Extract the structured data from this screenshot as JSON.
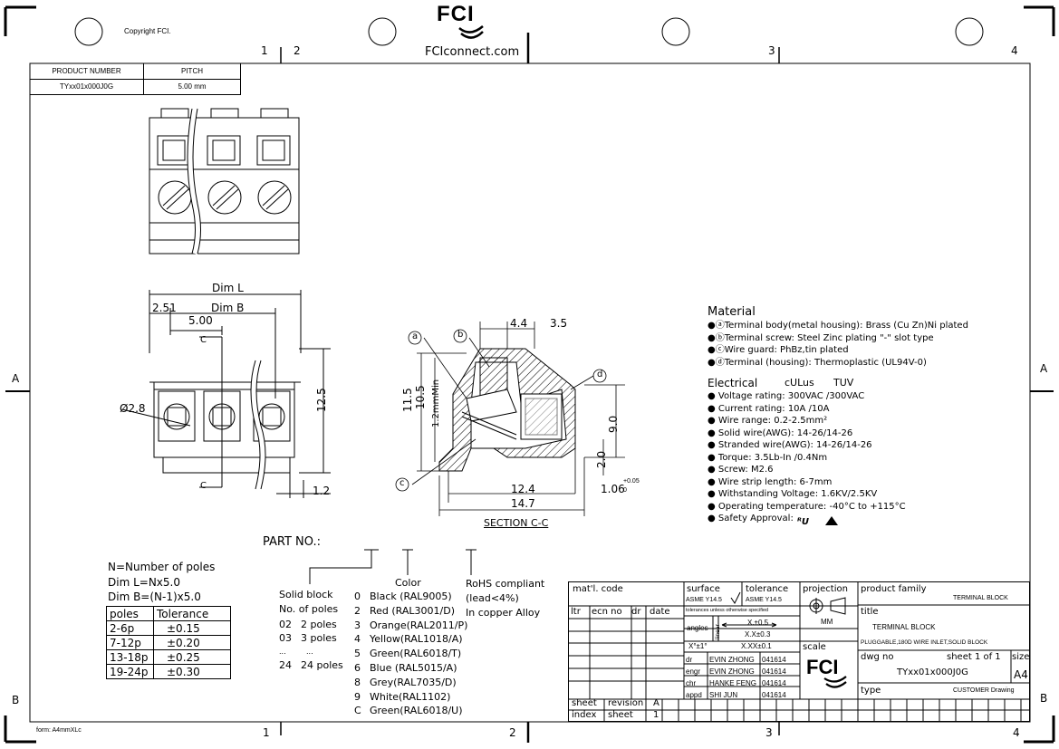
{
  "header": {
    "copyright": "Copyright FCI.",
    "logo_text": "FCI",
    "website": "FCIconnect.com",
    "zone_numbers": [
      "1",
      "2",
      "3",
      "4"
    ],
    "zone_letters": [
      "A",
      "B"
    ]
  },
  "product_table": {
    "headers": [
      "PRODUCT NUMBER",
      "PITCH"
    ],
    "row": [
      "TYxx01x000J0G",
      "5.00 mm"
    ]
  },
  "dims": {
    "dim_l": "Dim L",
    "dim_b": "Dim B",
    "d251": "2.51",
    "d500": "5.00",
    "c1": "C",
    "c2": "C",
    "phi": "Ø2.8",
    "d125": "12.5",
    "d12": "1.2"
  },
  "section": {
    "d44": "4.4",
    "d35": "3.5",
    "d115": "11.5",
    "d105": "10.5",
    "d12min": "1.2mmMin",
    "d90": "9.0",
    "d20": "2.0",
    "d124": "12.4",
    "d147": "14.7",
    "d106": "1.06",
    "tol_up": "+0.05",
    "tol_dn": "0",
    "la": "a",
    "lb": "b",
    "lc": "c",
    "ld": "d",
    "title": "SECTION C-C"
  },
  "material": {
    "title": "Material",
    "items": [
      "●ⓐTerminal body(metal housing): Brass (Cu Zn)Ni plated",
      "●ⓑTerminal screw: Steel Zinc plating \"-\" slot type",
      "●ⓒWire guard: PhBz,tin plated",
      "●ⓓTerminal (housing): Thermoplastic (UL94V-0)"
    ]
  },
  "electrical": {
    "title": "Electrical",
    "cul": "cULus",
    "tuv": "TUV",
    "items": [
      "● Voltage rating: 300VAC /300VAC",
      "● Current rating: 10A /10A",
      "● Wire range: 0.2-2.5mm²",
      "● Solid wire(AWG): 14-26/14-26",
      "● Stranded wire(AWG): 14-26/14-26",
      "● Torque: 3.5Lb-In /0.4Nm",
      "● Screw: M2.6",
      "● Wire strip length: 6-7mm",
      "● Withstanding Voltage: 1.6KV/2.5KV",
      "● Operating temperature: -40°C to +115°C",
      "● Safety Approval:"
    ]
  },
  "part_no": {
    "title": "PART NO.:",
    "solid_block": "Solid block",
    "no_of_poles": "No. of poles",
    "poles": [
      [
        "02",
        "2 poles"
      ],
      [
        "03",
        "3 poles"
      ],
      [
        "...",
        "..."
      ],
      [
        "24",
        "24 poles"
      ]
    ],
    "color_title": "Color",
    "colors": [
      [
        "0",
        "Black (RAL9005)"
      ],
      [
        "2",
        "Red (RAL3001/D)"
      ],
      [
        "3",
        "Orange(RAL2011/P)"
      ],
      [
        "4",
        "Yellow(RAL1018/A)"
      ],
      [
        "5",
        "Green(RAL6018/T)"
      ],
      [
        "6",
        "Blue (RAL5015/A)"
      ],
      [
        "8",
        "Grey(RAL7035/D)"
      ],
      [
        "9",
        "White(RAL1102)"
      ],
      [
        "C",
        "Green(RAL6018/U)"
      ]
    ],
    "rohs": [
      "RoHS compliant",
      "(lead<4%)",
      "In copper Alloy"
    ]
  },
  "notes": {
    "n": "N=Number of poles",
    "dim_l": "Dim L=Nx5.0",
    "dim_b": "Dim B=(N-1)x5.0",
    "tol_headers": [
      "poles",
      "Tolerance"
    ],
    "tol_rows": [
      [
        "2-6p",
        "±0.15"
      ],
      [
        "7-12p",
        "±0.20"
      ],
      [
        "13-18p",
        "±0.25"
      ],
      [
        "19-24p",
        "±0.30"
      ]
    ]
  },
  "title_block": {
    "matl_code": "mat'l. code",
    "surface": "surface",
    "asme1": "ASME Y14.5",
    "tolerance": "tolerance",
    "asme2": "ASME Y14.5",
    "projection": "projection",
    "product_family": "product family",
    "product_family_value": "TERMINAL BLOCK",
    "rev_headers": [
      "ltr",
      "ecn no",
      "dr",
      "date"
    ],
    "tol_note": "tolerances unless otherwise specified",
    "angles": "angles",
    "linear": "linear",
    "tx": "X.±0.5",
    "txx": "X.X±0.3",
    "txxx": "X.XX±0.1",
    "ang": "X°±1°",
    "mm": "MM",
    "scale": "scale",
    "title_label": "title",
    "title_value": "TERMINAL BLOCK",
    "subtitle": "PLUGGABLE,180D WIRE INLET,SOLID BLOCK",
    "dwg_no": "dwg no",
    "sheet_of": "sheet  1  of  1",
    "size_label": "size",
    "dwg_value": "TYxx01x000J0G",
    "size_value": "A4",
    "type_label": "type",
    "type_value": "CUSTOMER  Drawing",
    "sign": [
      [
        "dr",
        "EVIN  ZHONG",
        "041614"
      ],
      [
        "engr",
        "EVIN  ZHONG",
        "041614"
      ],
      [
        "chr",
        "HANKE  FENG",
        "041614"
      ],
      [
        "appd",
        "SHI  JUN",
        "041614"
      ]
    ],
    "sheet": "sheet",
    "revision": "revision",
    "rev_val": "A",
    "index": "index",
    "sheet2": "sheet",
    "sheet_val": "1"
  },
  "footer": {
    "form": "form:  A4mmXLc"
  }
}
